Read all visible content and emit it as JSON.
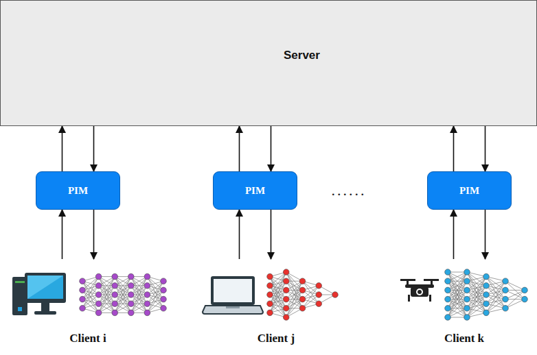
{
  "diagram": {
    "nodes": [
      {
        "text": [
          "Server"
        ]
      },
      {
        "text": [
          "PIM"
        ]
      },
      {
        "text": [
          "PIM"
        ]
      },
      {
        "text": [
          "PIM"
        ]
      },
      {
        "text": [
          "Client i"
        ]
      },
      {
        "text": [
          "Client j"
        ]
      },
      {
        "text": [
          "Client k"
        ]
      }
    ],
    "edges": [
      {
        "from": 1,
        "to": 0,
        "arrow": "to"
      },
      {
        "from": 0,
        "to": 1,
        "arrow": "to"
      },
      {
        "from": 2,
        "to": 0,
        "arrow": "to"
      },
      {
        "from": 0,
        "to": 2,
        "arrow": "to"
      },
      {
        "from": 3,
        "to": 0,
        "arrow": "to"
      },
      {
        "from": 0,
        "to": 3,
        "arrow": "to"
      },
      {
        "from": 4,
        "to": 1,
        "arrow": "to"
      },
      {
        "from": 1,
        "to": 4,
        "arrow": "to"
      },
      {
        "from": 5,
        "to": 2,
        "arrow": "to"
      },
      {
        "from": 2,
        "to": 5,
        "arrow": "to"
      },
      {
        "from": 6,
        "to": 3,
        "arrow": "to"
      },
      {
        "from": 3,
        "to": 6,
        "arrow": "to"
      }
    ],
    "labels": [
      "......"
    ]
  }
}
